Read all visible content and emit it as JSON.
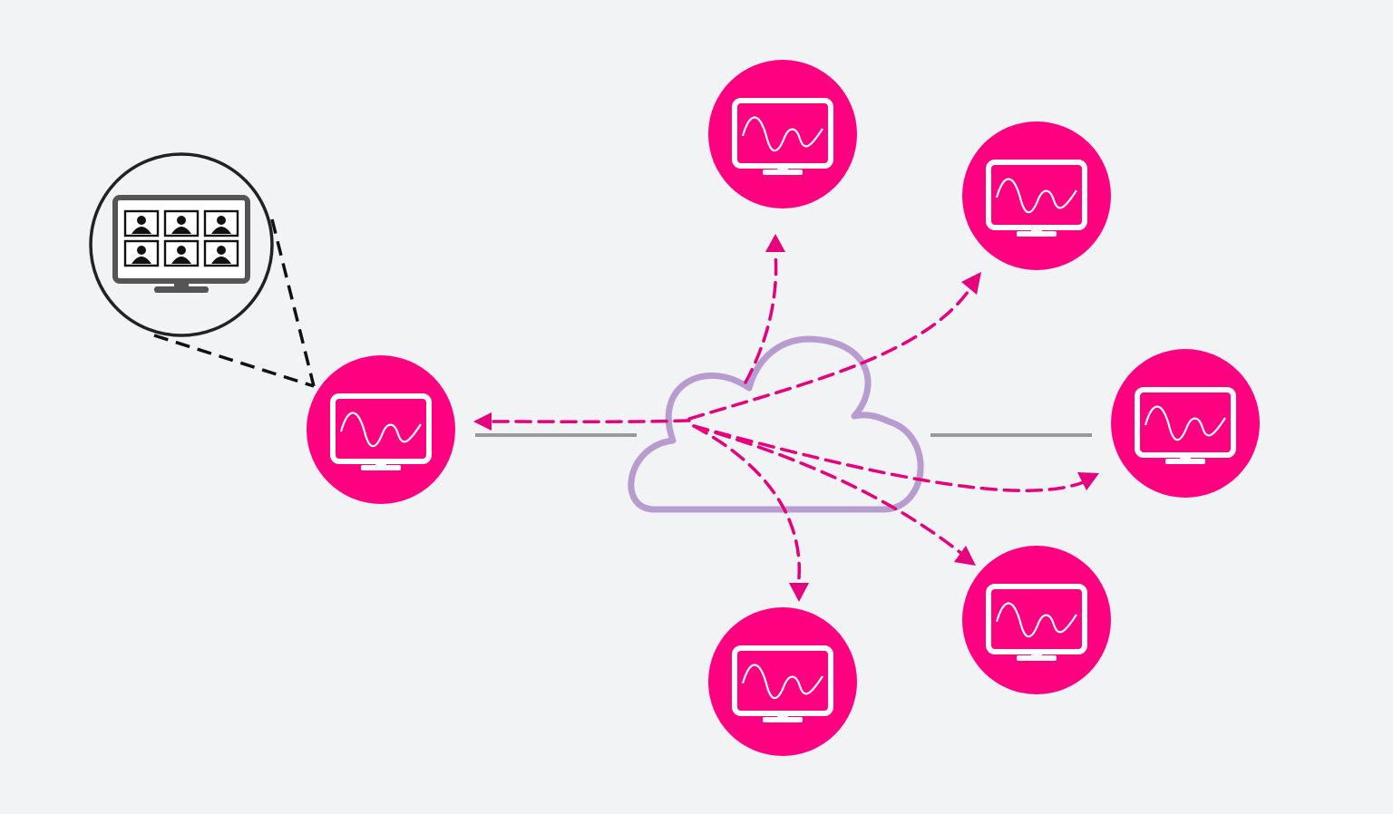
{
  "colors": {
    "background": "#f2f3f5",
    "node_fill": "#ff0080",
    "node_icon": "#ffffff",
    "arrow": "#e6007e",
    "cloud_stroke": "#b89ccf",
    "link": "#9a9a9a",
    "zoom_stroke": "#222222",
    "monitor_bezel": "#555555"
  },
  "diagram": {
    "source_node": {
      "icon": "monitor-waveform-icon"
    },
    "cloud": {
      "icon": "cloud-icon"
    },
    "zoom_detail": {
      "icon": "video-conference-grid-icon",
      "participants": 6
    },
    "target_nodes": [
      {
        "id": "top",
        "icon": "monitor-waveform-icon"
      },
      {
        "id": "upper-right",
        "icon": "monitor-waveform-icon"
      },
      {
        "id": "right",
        "icon": "monitor-waveform-icon"
      },
      {
        "id": "lower-right",
        "icon": "monitor-waveform-icon"
      },
      {
        "id": "bottom",
        "icon": "monitor-waveform-icon"
      }
    ]
  }
}
